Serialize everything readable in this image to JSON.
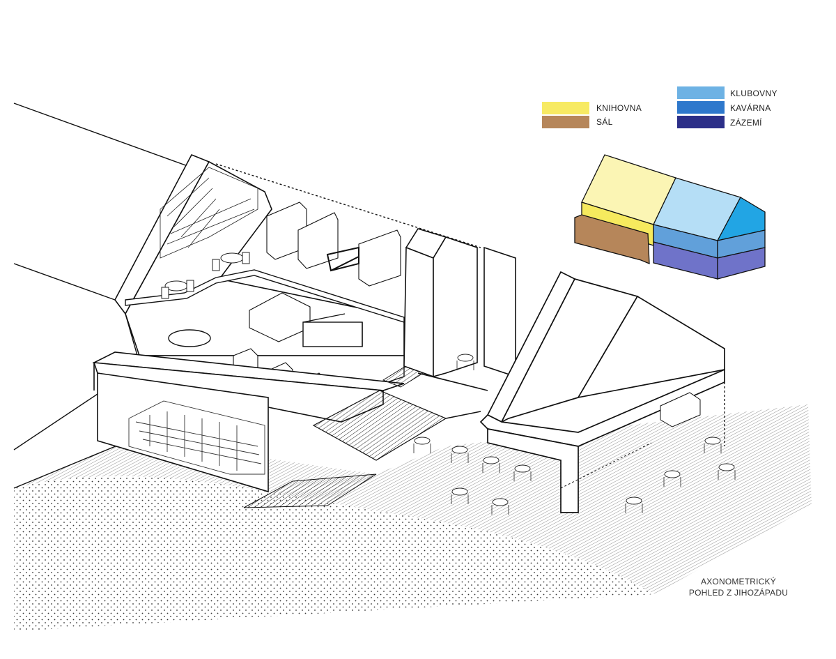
{
  "legend": {
    "left": [
      {
        "key": "knihovna",
        "label": "KNIHOVNA",
        "color": "#f7ea63"
      },
      {
        "key": "sal",
        "label": "SÁL",
        "color": "#b6865a"
      }
    ],
    "right": [
      {
        "key": "klubovny",
        "label": "KLUBOVNY",
        "color": "#6db2e4"
      },
      {
        "key": "kavarna",
        "label": "KAVÁRNA",
        "color": "#2e78cc"
      },
      {
        "key": "zazemi",
        "label": "ZÁZEMÍ",
        "color": "#2c2f88"
      }
    ]
  },
  "mass_model": {
    "colors": {
      "knihovna_roof": "#fbf5b4",
      "knihovna_wall": "#f6ea5e",
      "sal": "#b6865a",
      "klubovny_roof": "#b5def6",
      "klubovny_gable": "#22a5e4",
      "kavarna": "#61a0da",
      "zazemi": "#6f73c9"
    }
  },
  "caption": {
    "line1": "AXONOMETRICKÝ",
    "line2": "POHLED Z JIHOZÁPADU"
  }
}
